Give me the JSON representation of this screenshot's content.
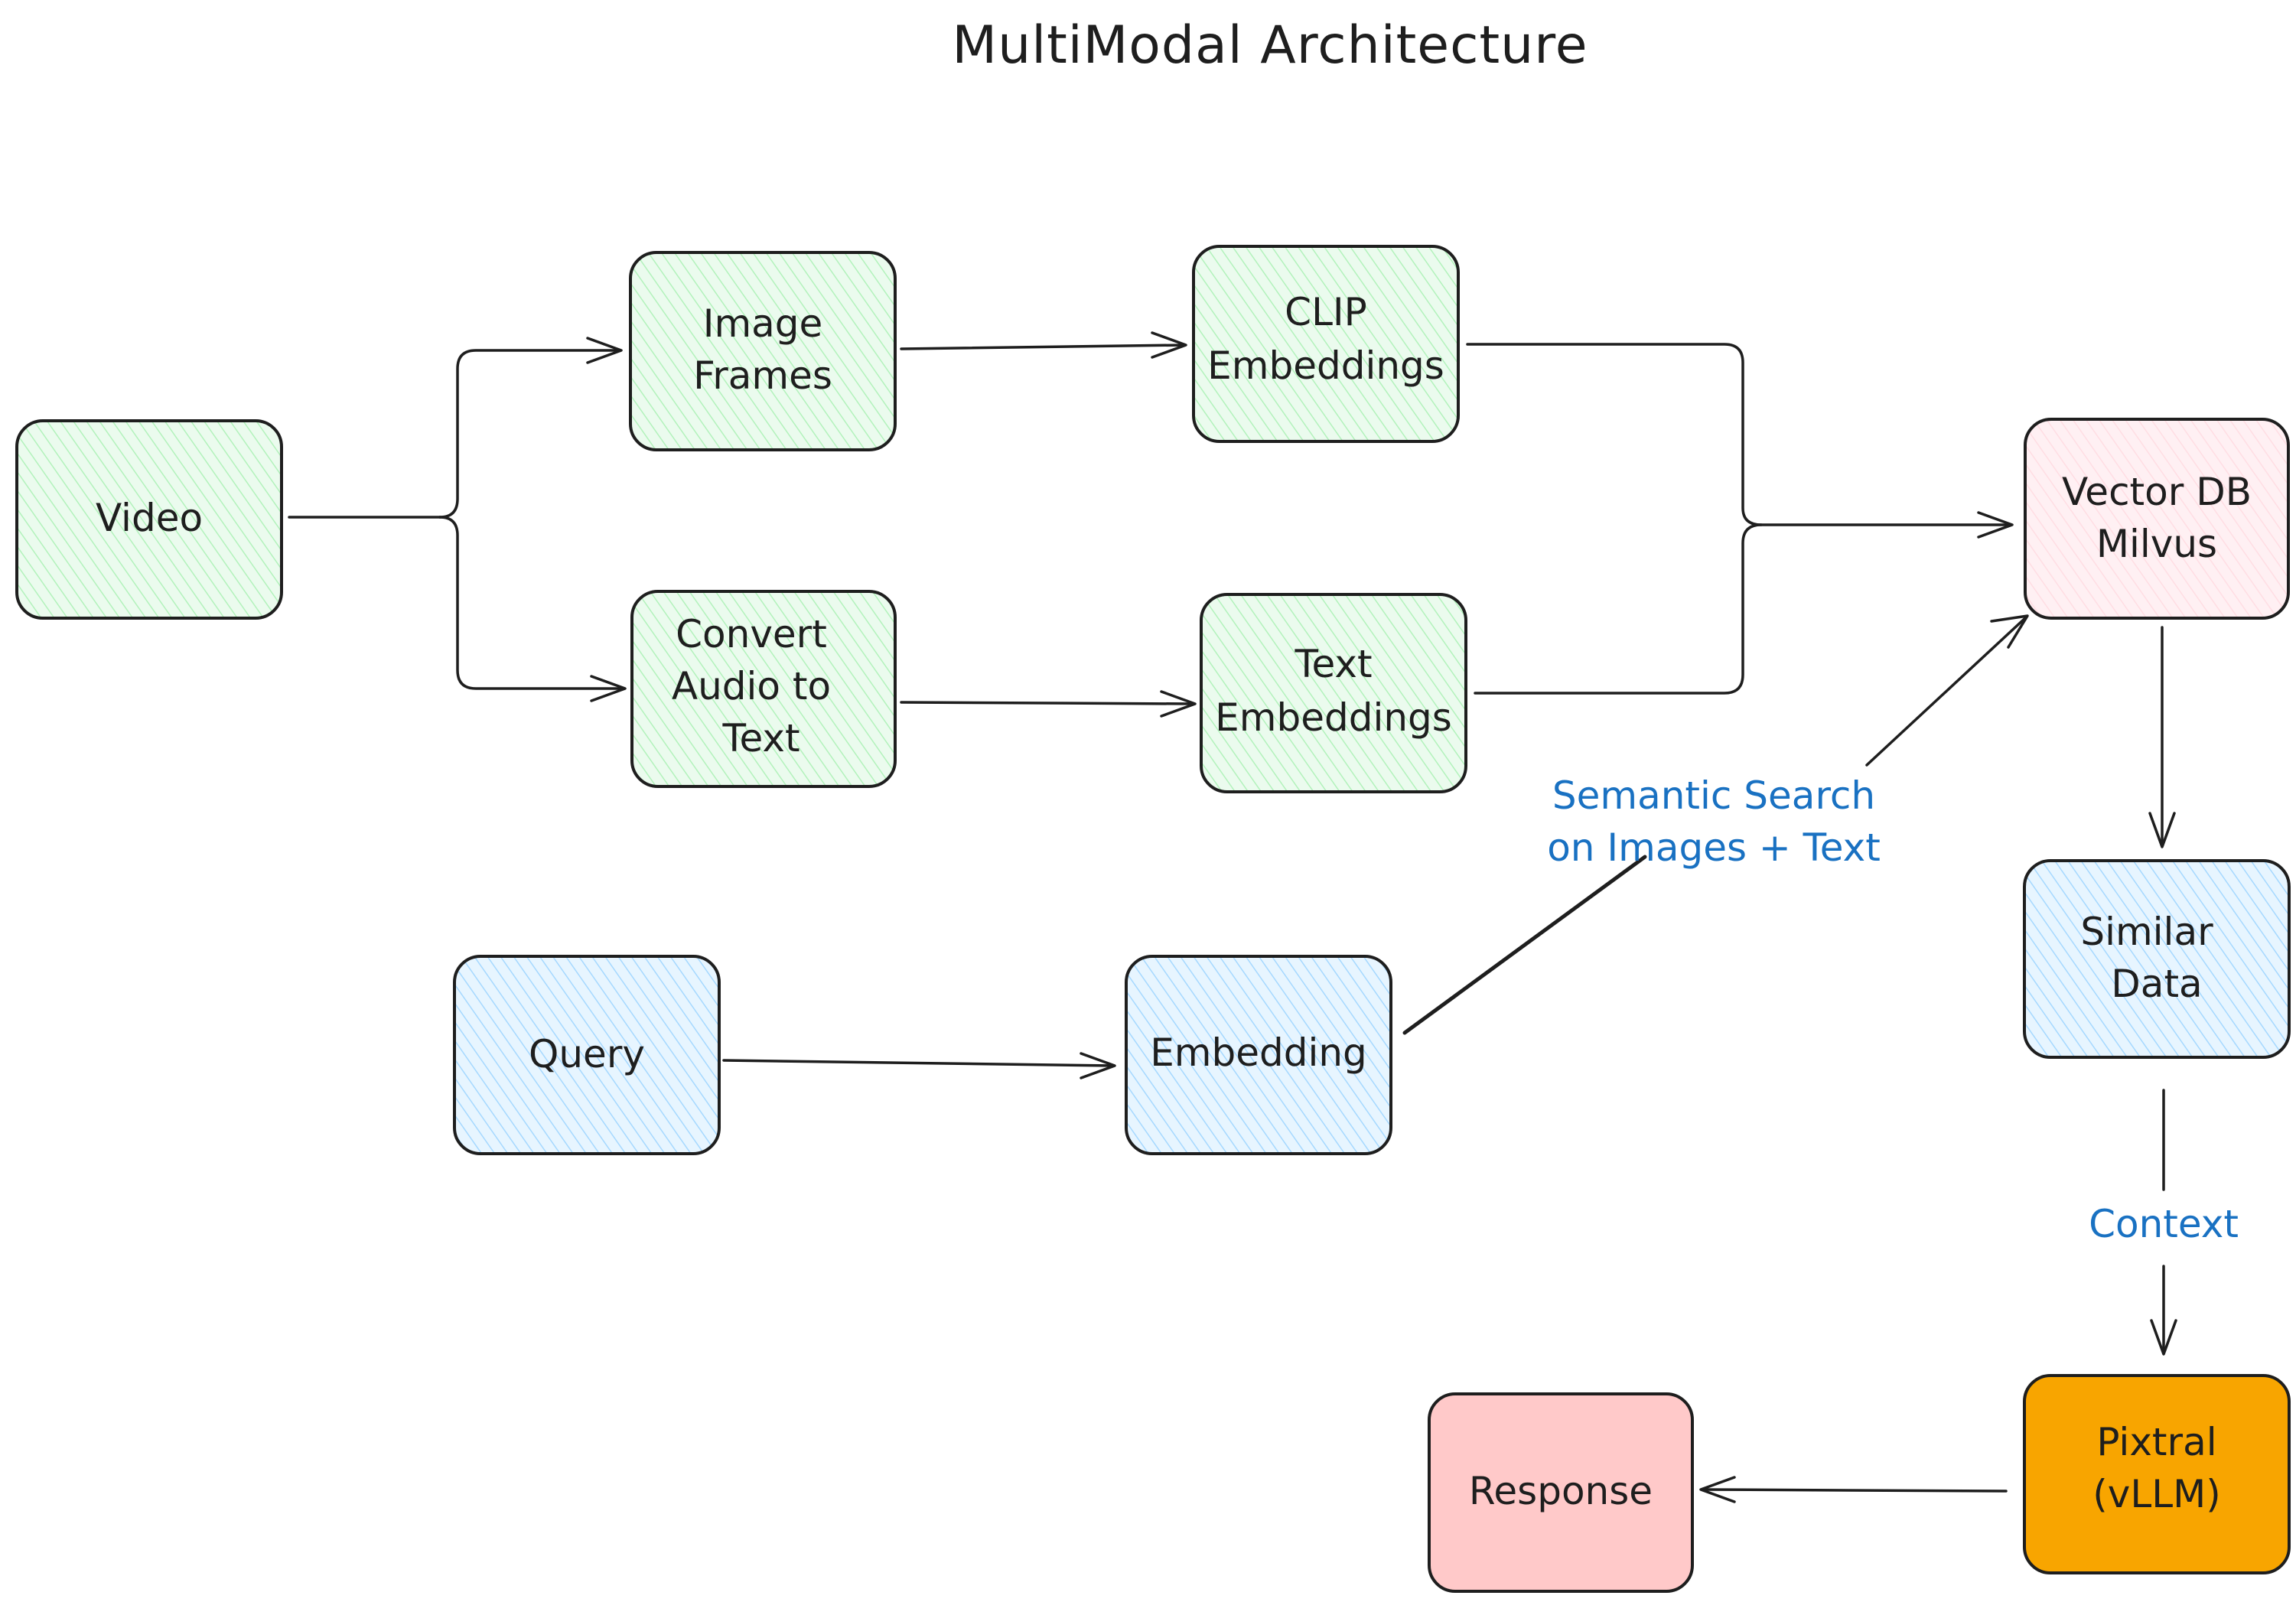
{
  "title": "MultiModal Architecture",
  "colors": {
    "green_fill": "#ebfbee",
    "green_hatch": "#b2f2bb",
    "blue_fill": "#e7f5ff",
    "blue_hatch": "#a5d8ff",
    "pink_fill": "#fff0f3",
    "pink_hatch": "#ffc9c9",
    "response_fill": "#ffc9c9",
    "pixtral_fill": "#f8a500",
    "stroke": "#1e1e1e",
    "label_blue": "#1971c2"
  },
  "nodes": {
    "video": {
      "lines": [
        "Video"
      ]
    },
    "image_frames": {
      "lines": [
        "Image",
        "Frames"
      ]
    },
    "clip_embeddings": {
      "lines": [
        "CLIP",
        "Embeddings"
      ]
    },
    "convert_audio": {
      "lines": [
        "Convert",
        "Audio to",
        "Text"
      ]
    },
    "text_embeddings": {
      "lines": [
        "Text",
        "Embeddings"
      ]
    },
    "vector_db": {
      "lines": [
        "Vector DB",
        "Milvus"
      ]
    },
    "query": {
      "lines": [
        "Query"
      ]
    },
    "embedding": {
      "lines": [
        "Embedding"
      ]
    },
    "similar_data": {
      "lines": [
        "Similar",
        "Data"
      ]
    },
    "pixtral": {
      "lines": [
        "Pixtral",
        "(vLLM)"
      ]
    },
    "response": {
      "lines": [
        "Response"
      ]
    }
  },
  "edge_labels": {
    "semantic_search": [
      "Semantic Search",
      "on Images + Text"
    ],
    "context": [
      "Context"
    ]
  }
}
